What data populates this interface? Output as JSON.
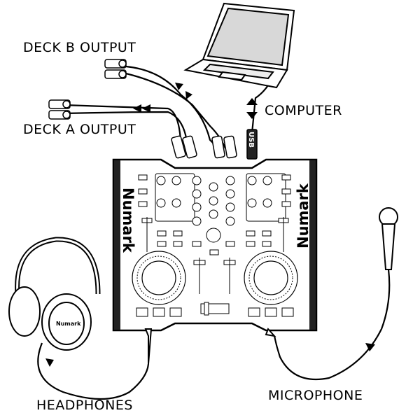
{
  "labels": {
    "deck_b_output": "DECK B OUTPUT",
    "deck_a_output": "DECK A OUTPUT",
    "computer": "COMPUTER",
    "headphones": "HEADPHONES",
    "microphone": "MICROPHONE",
    "usb": "USB"
  },
  "logos": {
    "mixer_brand": "Numark",
    "headphone_brand": "Numark"
  },
  "colors": {
    "line": "#000000",
    "panel": "#ffffff",
    "screen": "#d8d8d8"
  }
}
